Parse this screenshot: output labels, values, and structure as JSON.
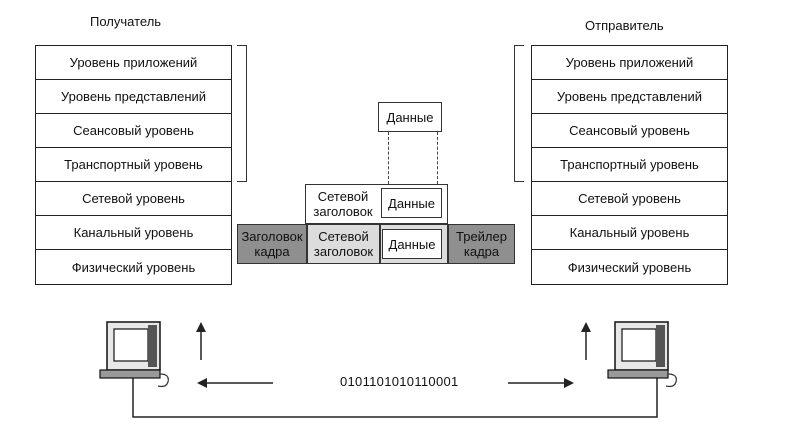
{
  "receiver": {
    "title": "Получатель",
    "layers": [
      "Уровень приложений",
      "Уровень представлений",
      "Сеансовый уровень",
      "Транспортный уровень",
      "Сетевой уровень",
      "Канальный уровень",
      "Физический уровень"
    ]
  },
  "sender": {
    "title": "Отправитель",
    "layers": [
      "Уровень приложений",
      "Уровень представлений",
      "Сеансовый уровень",
      "Транспортный уровень",
      "Сетевой уровень",
      "Канальный уровень",
      "Физический уровень"
    ]
  },
  "encapsulation": {
    "data_label": "Данные",
    "network_header": "Сетевой заголовок",
    "frame_header": "Заголовок кадра",
    "frame_trailer": "Трейлер кадра"
  },
  "bitstream": "0101101010110001",
  "icons": [
    "computer-icon",
    "arrow-up-icon",
    "arrow-left-icon",
    "arrow-right-icon"
  ]
}
